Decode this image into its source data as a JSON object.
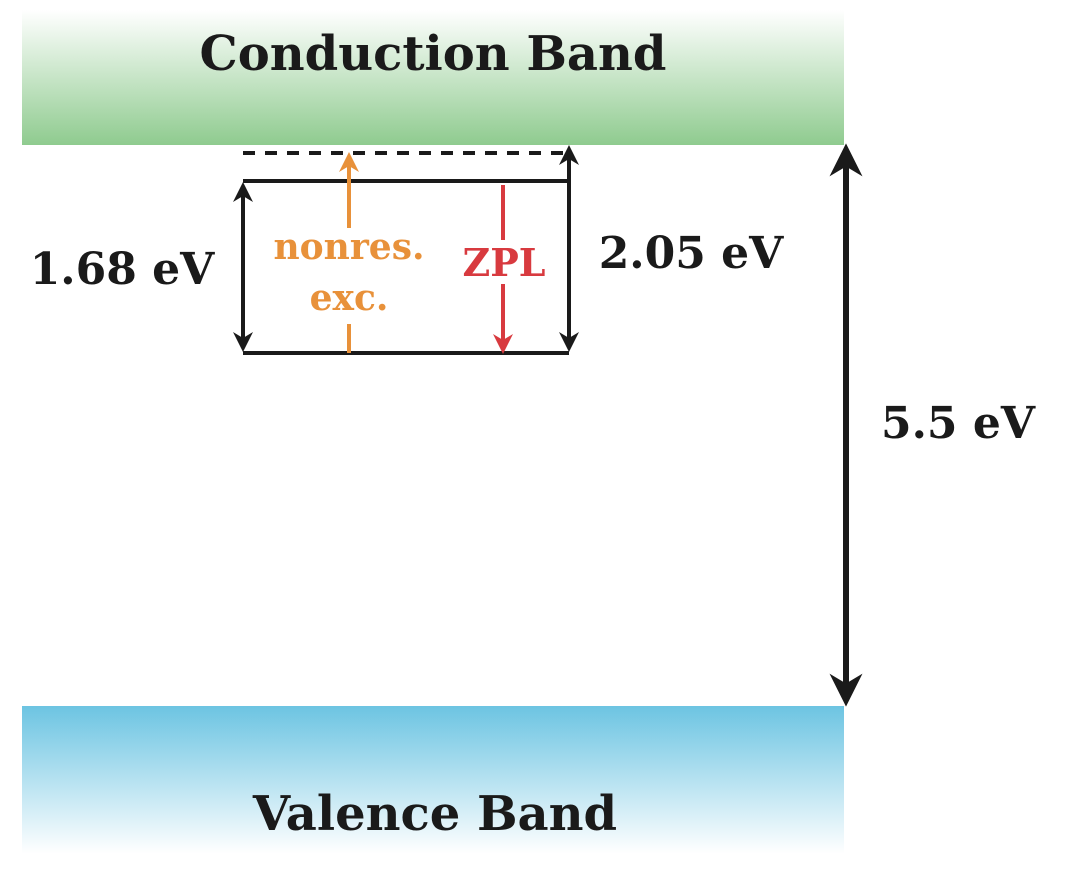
{
  "bands": {
    "conduction": {
      "label": "Conduction Band",
      "color": "#8fcb8f"
    },
    "valence": {
      "label": "Valence Band",
      "color": "#6cc4e2"
    }
  },
  "transitions": {
    "gap_total": {
      "label": "5.5 eV"
    },
    "level_left": {
      "label": "1.68 eV"
    },
    "level_right": {
      "label": "2.05 eV"
    },
    "nonres": {
      "label_line1": "nonres.",
      "label_line2": "exc.",
      "color": "#e8913a"
    },
    "zpl": {
      "label": "ZPL",
      "color": "#d83a3f"
    }
  },
  "colors": {
    "ink": "#1a1a1a"
  }
}
